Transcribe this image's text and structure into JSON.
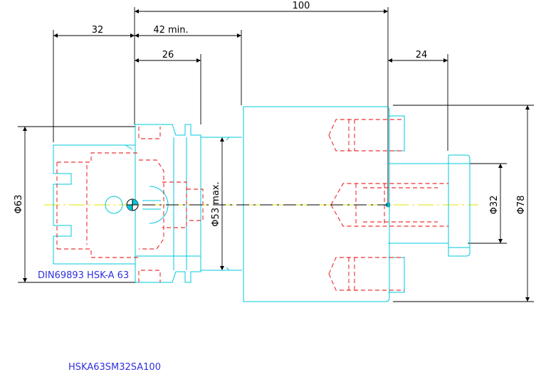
{
  "dimensions": {
    "overall_length": "100",
    "taper_length": "32",
    "clamp_length_min": "42 min.",
    "flange_length": "26",
    "pilot_length": "24",
    "diameter_taper": "Φ63",
    "diameter_body_max": "Φ53 max.",
    "diameter_pilot": "Φ32",
    "diameter_body": "Φ78"
  },
  "notes": {
    "standard": "DIN69893 HSK-A 63",
    "part_number": "HSKA63SM32SA100"
  },
  "colors": {
    "outline": "#00c8dc",
    "hidden": "#e60000",
    "centerline": "#e6e600",
    "dimension": "#000000",
    "note_text": "#3030e0"
  }
}
